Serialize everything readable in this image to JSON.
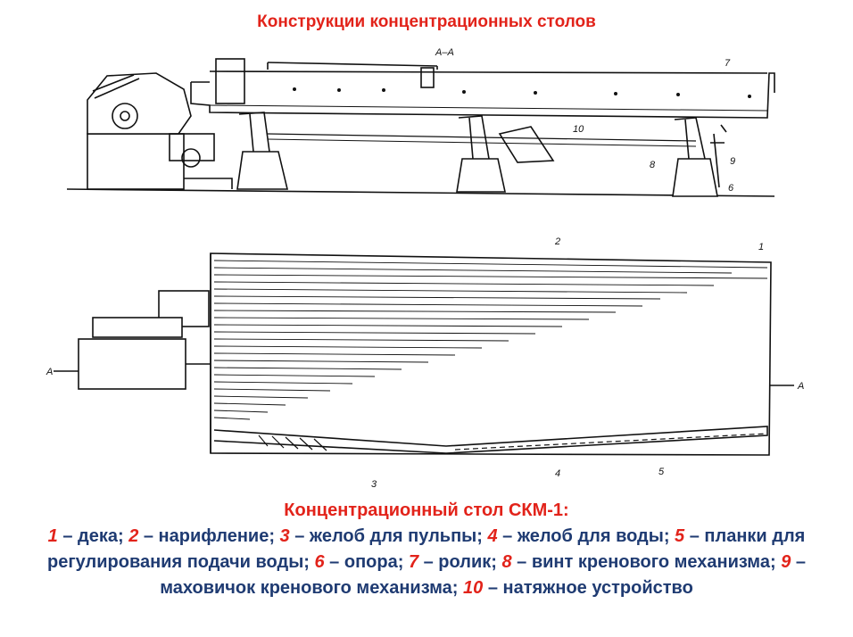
{
  "title": "Конструкции концентрационных столов",
  "drawing": {
    "section_label": "А–А",
    "side_labels": [
      "7",
      "10",
      "8",
      "9",
      "6"
    ],
    "plan_labels": [
      "2",
      "1",
      "3",
      "4",
      "5"
    ],
    "section_marks": [
      "А",
      "А"
    ]
  },
  "caption": {
    "title": "Концентрационный стол СКМ-1:",
    "items": [
      {
        "num": "1",
        "text": " – дека; "
      },
      {
        "num": "2",
        "text": " – нарифление; "
      },
      {
        "num": "3",
        "text": " – желоб для пульпы; "
      },
      {
        "num": "4",
        "text": " – желоб для воды; "
      },
      {
        "num": "5",
        "text": " – планки для регулирования подачи воды; "
      },
      {
        "num": "6",
        "text": " – опора; "
      },
      {
        "num": "7",
        "text": " – ролик; "
      },
      {
        "num": "8",
        "text": " – винт кренового механизма; "
      },
      {
        "num": "9",
        "text": " – маховичок кренового механизма; "
      },
      {
        "num": "10",
        "text": " – натяжное устройство"
      }
    ]
  }
}
